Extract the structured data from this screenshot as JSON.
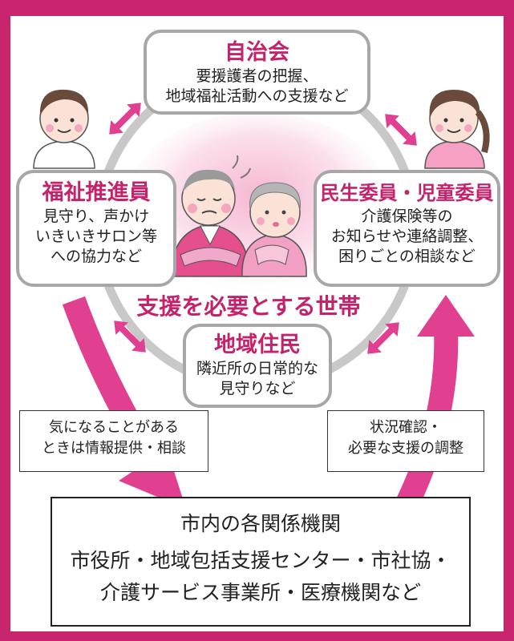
{
  "jichikai": {
    "title": "自治会",
    "lines": [
      "要援護者の把握、",
      "地域福祉活動への支援など"
    ]
  },
  "fukushi": {
    "title": "福祉推進員",
    "lines": [
      "見守り、声かけ",
      "いきいきサロン等",
      "への協力など"
    ]
  },
  "minsei": {
    "title": "民生委員・児童委員",
    "lines": [
      "介護保険等の",
      "お知らせや連絡調整、",
      "困りごとの相談など"
    ]
  },
  "center_label": "支援を必要とする世帯",
  "chiiki": {
    "title": "地域住民",
    "lines": [
      "隣近所の日常的な",
      "見守りなど"
    ]
  },
  "note_left": [
    "気になることがある",
    "ときは情報提供・相談"
  ],
  "note_right": [
    "状況確認・",
    "必要な支援の調整"
  ],
  "agency": {
    "heading": "市内の各関係機関",
    "lines": [
      "市役所・地域包括支援センター・市社協・",
      "介護サービス事業所・医療機関など"
    ]
  },
  "colors": {
    "accent": "#c9246e",
    "arrow": "#e0408f",
    "circle": "#c8c8c8",
    "box_border": "#a7a7a7"
  }
}
